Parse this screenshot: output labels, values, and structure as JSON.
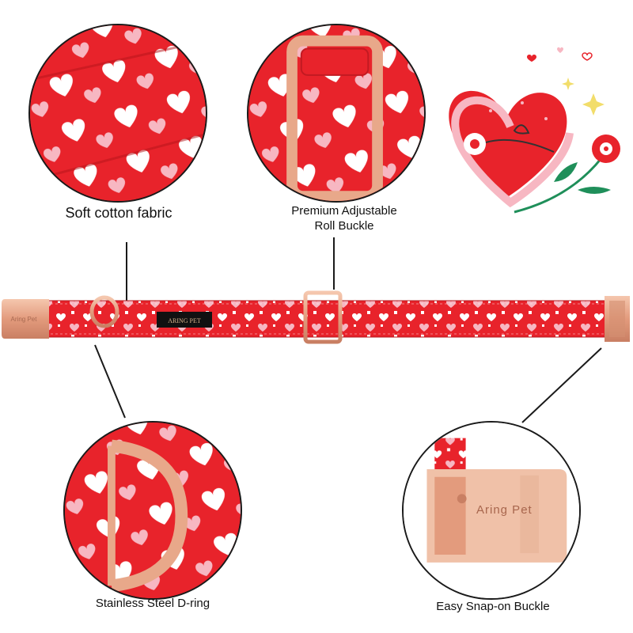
{
  "features": {
    "fabric": {
      "caption": "Soft cotton fabric"
    },
    "buckle": {
      "caption_line1": "Premium Adjustable",
      "caption_line2": "Roll Buckle"
    },
    "dring": {
      "caption": "Stainless Steel D-ring"
    },
    "snap": {
      "caption": "Easy Snap-on Buckle",
      "engraving": "Aring Pet"
    }
  },
  "collar": {
    "brand_label": "ARING PET",
    "buckle_engraving": "Aring Pet"
  },
  "colors": {
    "fabric_red": "#e8232b",
    "heart_white": "#ffffff",
    "heart_pink": "#f7b7c2",
    "rose_gold": "#e8a88a",
    "line": "#1a1a1a"
  },
  "icons": [
    "heart-box-icon",
    "flower-icon",
    "sparkle-icon"
  ]
}
